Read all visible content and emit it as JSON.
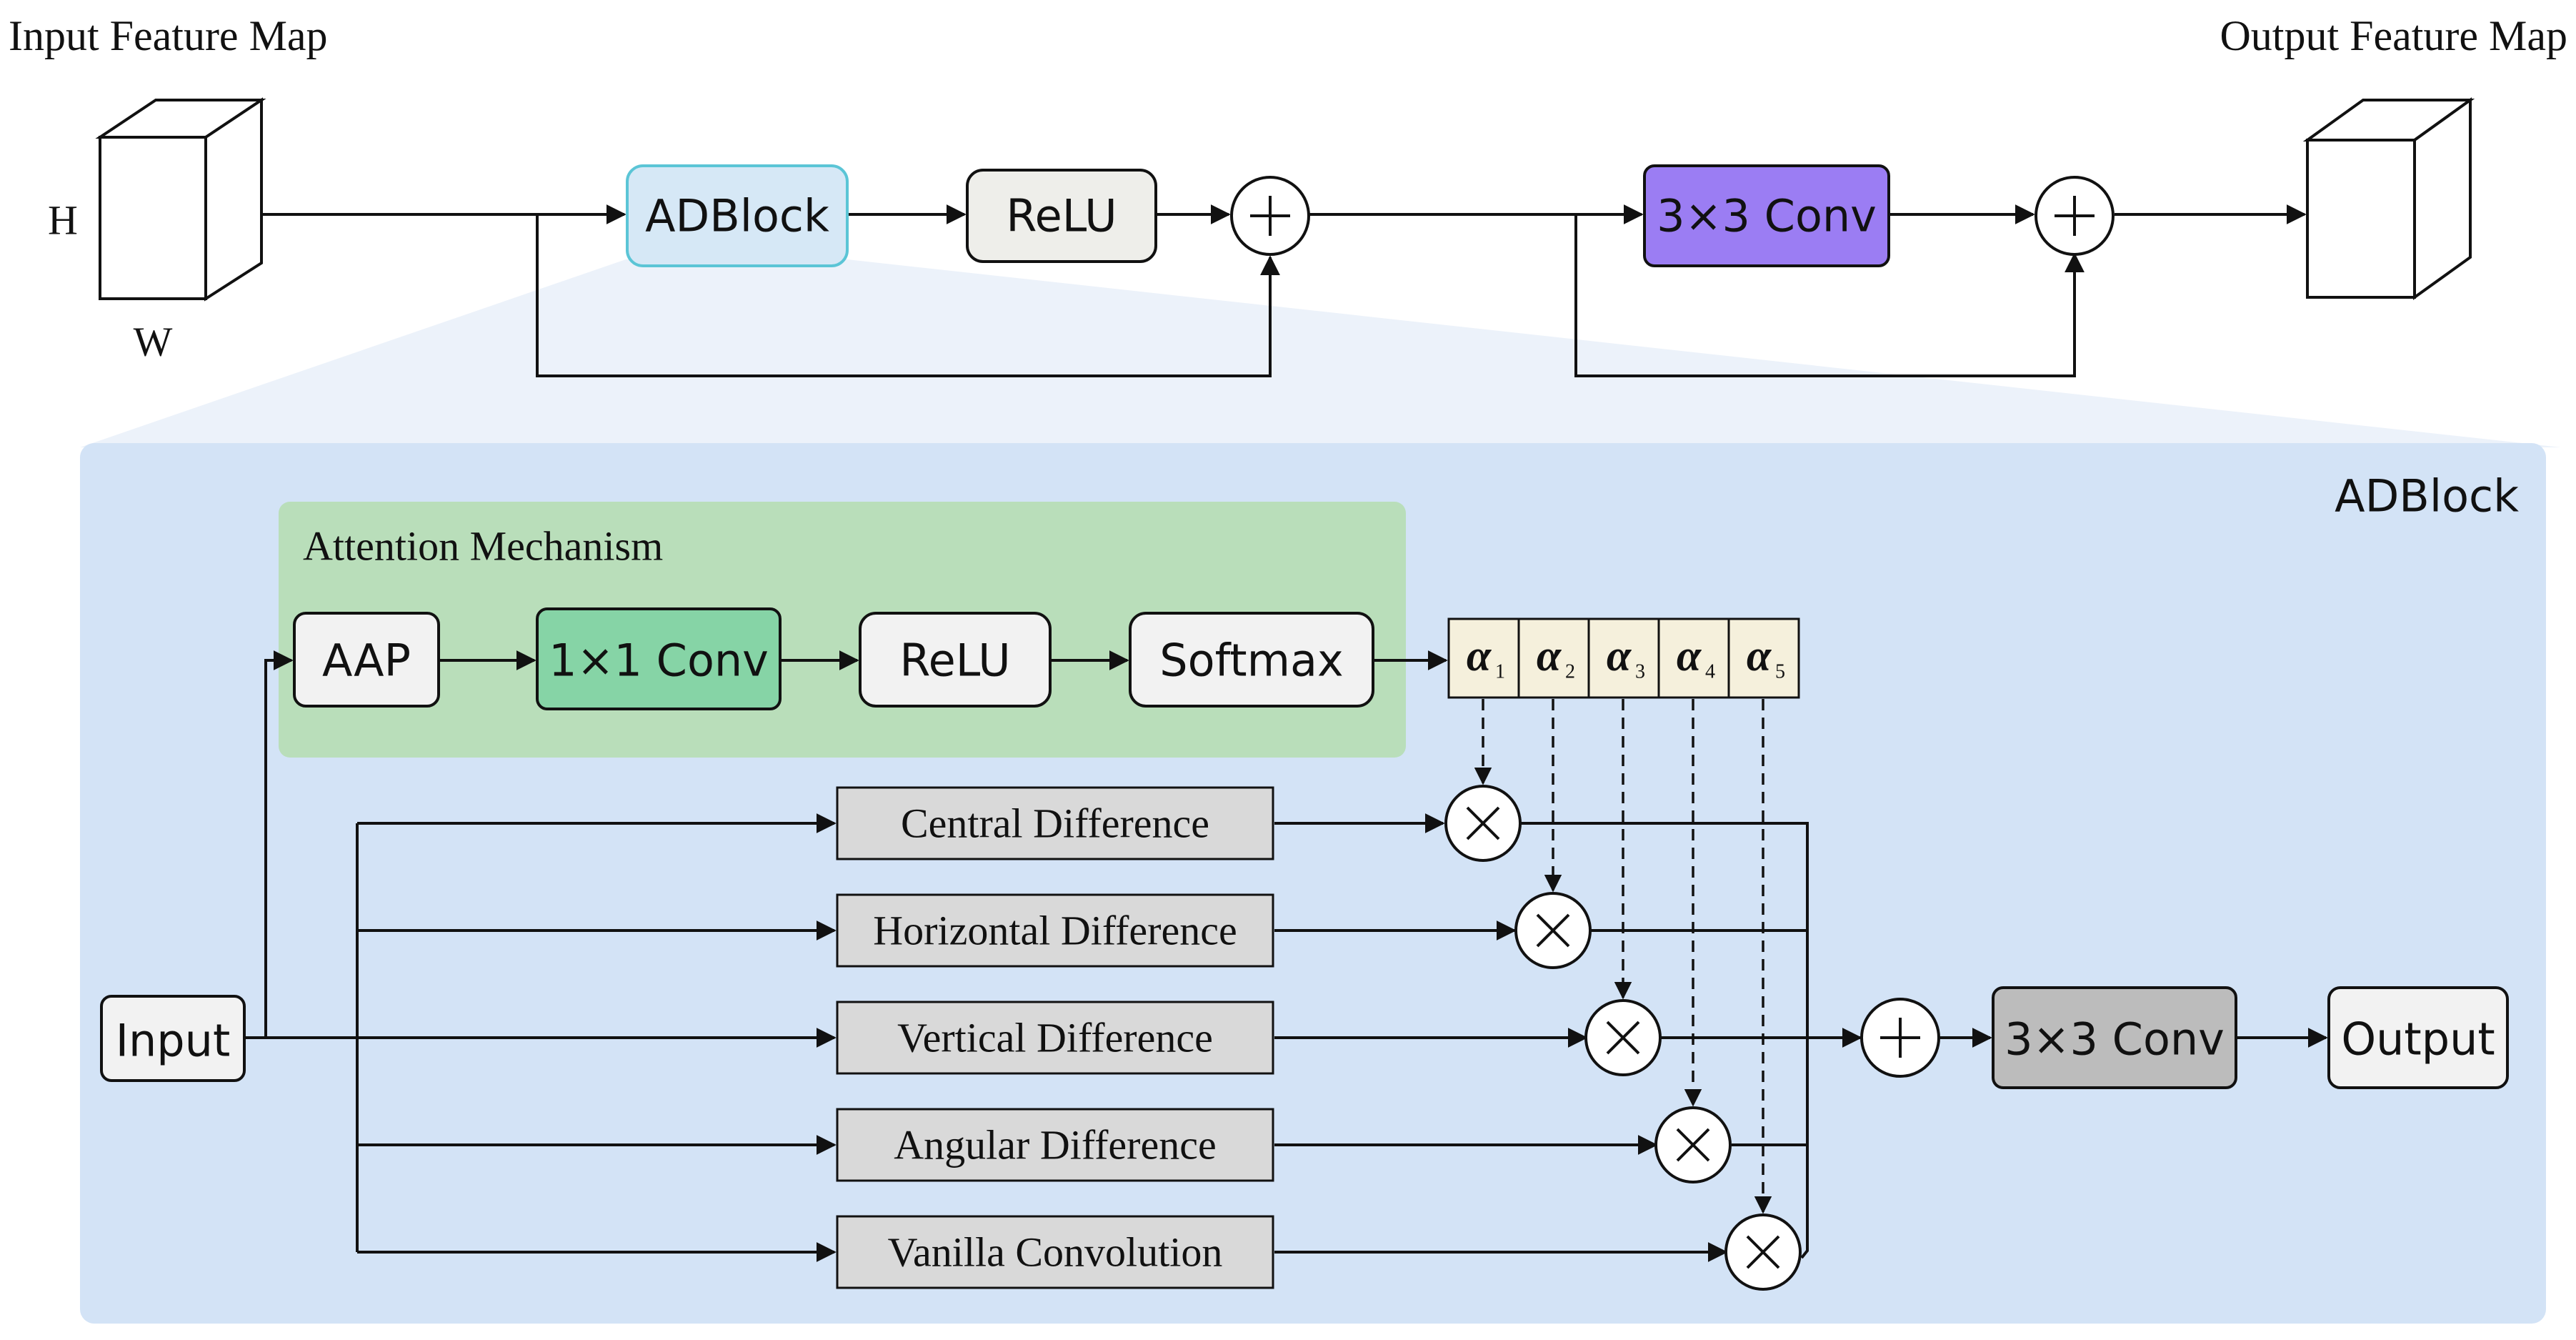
{
  "top": {
    "input_label": "Input Feature Map",
    "output_label": "Output Feature Map",
    "dim_h": "H",
    "dim_w": "W",
    "adblock_label": "ADBlock",
    "relu_label": "ReLU",
    "conv_label": "3×3 Conv",
    "add_symbol": "+"
  },
  "detail": {
    "title": "ADBlock",
    "attention": {
      "title": "Attention Mechanism",
      "aap": "AAP",
      "conv1": "1×1 Conv",
      "relu": "ReLU",
      "softmax": "Softmax"
    },
    "alphas": [
      {
        "symbol": "α",
        "sub": "1"
      },
      {
        "symbol": "α",
        "sub": "2"
      },
      {
        "symbol": "α",
        "sub": "3"
      },
      {
        "symbol": "α",
        "sub": "4"
      },
      {
        "symbol": "α",
        "sub": "5"
      }
    ],
    "input_label": "Input",
    "branches": [
      "Central Difference",
      "Horizontal Difference",
      "Vertical Difference",
      "Angular Difference",
      "Vanilla Convolution"
    ],
    "multiply_symbol": "×",
    "add_symbol": "+",
    "conv_label": "3×3 Conv",
    "output_label": "Output"
  },
  "colors": {
    "panel_bg": "#d3e3f6",
    "attention_bg": "#b9deba",
    "adblock_fill": "#d6e8f6",
    "adblock_stroke": "#5bc5d6",
    "conv_top_fill": "#9b7df3",
    "conv1_fill": "#86d4a6",
    "alpha_fill": "#f5f0dc",
    "branch_fill": "#d9d9d9",
    "conv_bottom_fill": "#bcbcbc",
    "node_fill": "#f2f2f2",
    "relu_top_fill": "#eeeeea"
  }
}
